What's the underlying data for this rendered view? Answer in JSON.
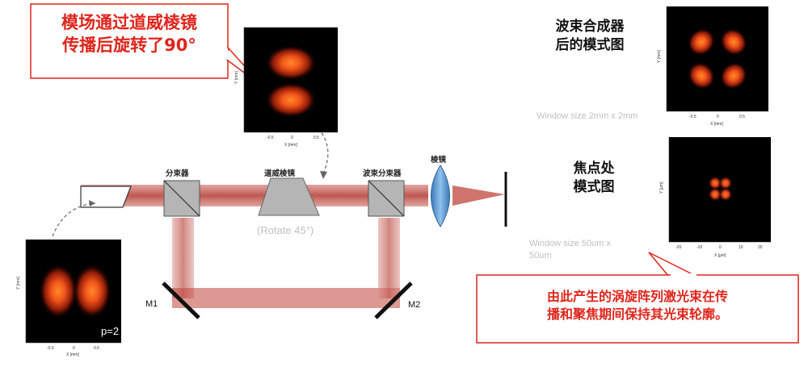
{
  "callouts": {
    "top_left_line1": "模场通过道威棱镜",
    "top_left_line2": "传播后旋转了90°",
    "bottom_right_line1": "由此产生的涡旋阵列激光束在传",
    "bottom_right_line2": "播和聚焦期间保持其光束轮廓。"
  },
  "titles": {
    "combiner_line1": "波束合成器",
    "combiner_line2": "后的模式图",
    "focus_line1": "焦点处",
    "focus_line2": "模式图"
  },
  "notes": {
    "window_2mm": "Window size 2mm x 2mm",
    "window_50um_line1": "Window size 50um x",
    "window_50um_line2": "50um",
    "rotate": "(Rotate 45°)"
  },
  "components": {
    "beam_splitter_1": "分束器",
    "dove_prism": "道威棱镜",
    "beam_splitter_2": "波束分束器",
    "lens": "棱镜",
    "mirror_1": "M1",
    "mirror_2": "M2"
  },
  "mode_plots": {
    "input": {
      "inset_label": "p=2",
      "y_axis": "Y [mm]",
      "x_axis": "X [mm]",
      "ticks": [
        "-0.5",
        "0",
        "0.5"
      ]
    },
    "rotated": {
      "y_axis": "Y [mm]",
      "x_axis": "X [mm]",
      "ticks": [
        "-0.5",
        "0",
        "0.5"
      ]
    },
    "combined": {
      "y_axis": "Y [mm]",
      "x_axis": "X [mm]",
      "ticks": [
        "-0.5",
        "0",
        "0.5"
      ]
    },
    "focus": {
      "y_axis": "Y [µm]",
      "x_axis": "X [µm]",
      "ticks": [
        "-20",
        "-10",
        "0",
        "10",
        "20"
      ]
    }
  },
  "colors": {
    "callout_red": "#e0241b",
    "beam_red": "#c0392b",
    "lens_blue": "#6fa8dc"
  }
}
